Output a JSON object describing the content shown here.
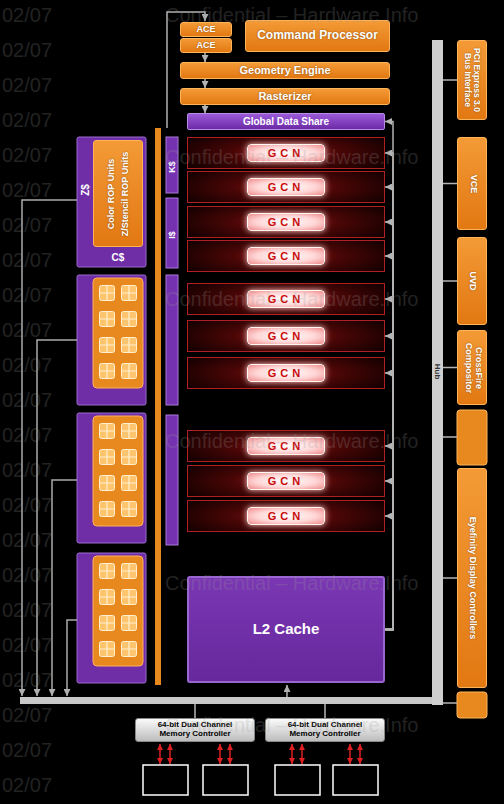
{
  "diagram": {
    "nodes": [
      {
        "text": [
          "ACE"
        ]
      },
      {
        "text": [
          "ACE"
        ]
      },
      {
        "text": [
          "Command Processor"
        ]
      },
      {
        "text": [
          "Geometry Engine"
        ]
      },
      {
        "text": [
          "Rasterizer"
        ]
      },
      {
        "text": [
          "Global Data Share"
        ]
      },
      {
        "text": [
          "GCN"
        ]
      },
      {
        "text": [
          "GCN"
        ]
      },
      {
        "text": [
          "GCN"
        ]
      },
      {
        "text": [
          "GCN"
        ]
      },
      {
        "text": [
          "GCN"
        ]
      },
      {
        "text": [
          "GCN"
        ]
      },
      {
        "text": [
          "GCN"
        ]
      },
      {
        "text": [
          "GCN"
        ]
      },
      {
        "text": [
          "GCN"
        ]
      },
      {
        "text": [
          "GCN"
        ]
      },
      {
        "text": [
          "L2 Cache"
        ]
      },
      {
        "text": [
          "Color ROP Units",
          "Z/Stencil ROP Units"
        ]
      },
      {
        "text": [
          "Hub"
        ]
      },
      {
        "text": [
          "PCI Express 3.0 Bus Interface"
        ]
      },
      {
        "text": [
          "VCE"
        ]
      },
      {
        "text": [
          "UVD"
        ]
      },
      {
        "text": [
          "CrossFire Compositor"
        ]
      },
      {
        "text": [
          "Eyefinity Display Controllers"
        ]
      },
      {
        "text": [
          "64-bit Dual Channel Memory Controller"
        ]
      },
      {
        "text": [
          "64-bit Dual Channel Memory Controller"
        ]
      }
    ],
    "edges": [
      {
        "from": 1,
        "to": 3,
        "arrow": "to"
      },
      {
        "from": 3,
        "to": 4,
        "arrow": "to"
      },
      {
        "from": 4,
        "to": 5,
        "arrow": "to"
      },
      {
        "from": 16,
        "to": 5,
        "arrow": "to"
      },
      {
        "from": 16,
        "to": 6,
        "arrow": "to"
      },
      {
        "from": 16,
        "to": 7,
        "arrow": "to"
      },
      {
        "from": 16,
        "to": 8,
        "arrow": "to"
      },
      {
        "from": 16,
        "to": 9,
        "arrow": "to"
      },
      {
        "from": 16,
        "to": 10,
        "arrow": "to"
      },
      {
        "from": 16,
        "to": 11,
        "arrow": "to"
      },
      {
        "from": 16,
        "to": 12,
        "arrow": "to"
      },
      {
        "from": 16,
        "to": 13,
        "arrow": "to"
      },
      {
        "from": 16,
        "to": 14,
        "arrow": "to"
      },
      {
        "from": 16,
        "to": 15,
        "arrow": "to"
      },
      {
        "from": 18,
        "to": 19,
        "arrow": "none"
      },
      {
        "from": 18,
        "to": 20,
        "arrow": "none"
      },
      {
        "from": 18,
        "to": 21,
        "arrow": "none"
      },
      {
        "from": 18,
        "to": 22,
        "arrow": "none"
      },
      {
        "from": 18,
        "to": 23,
        "arrow": "none"
      }
    ],
    "labels": [
      "K$",
      "I$",
      "Z$",
      "C$",
      "02/07",
      "02/07",
      "02/07",
      "02/07",
      "02/07",
      "02/07",
      "02/07",
      "02/07",
      "02/07",
      "02/07",
      "02/07",
      "02/07",
      "02/07",
      "02/07",
      "02/07",
      "02/07",
      "02/07",
      "02/07",
      "02/07",
      "02/07",
      "02/07",
      "02/07",
      "02/07",
      "Confidential – Hardware.Info",
      "Confidential – Hardware.Info",
      "Confidential – Hardware.Info",
      "Confidential – Hardware.Info",
      "Confidential – Hardware.Info",
      "Confidential – Hardware.Info"
    ]
  }
}
